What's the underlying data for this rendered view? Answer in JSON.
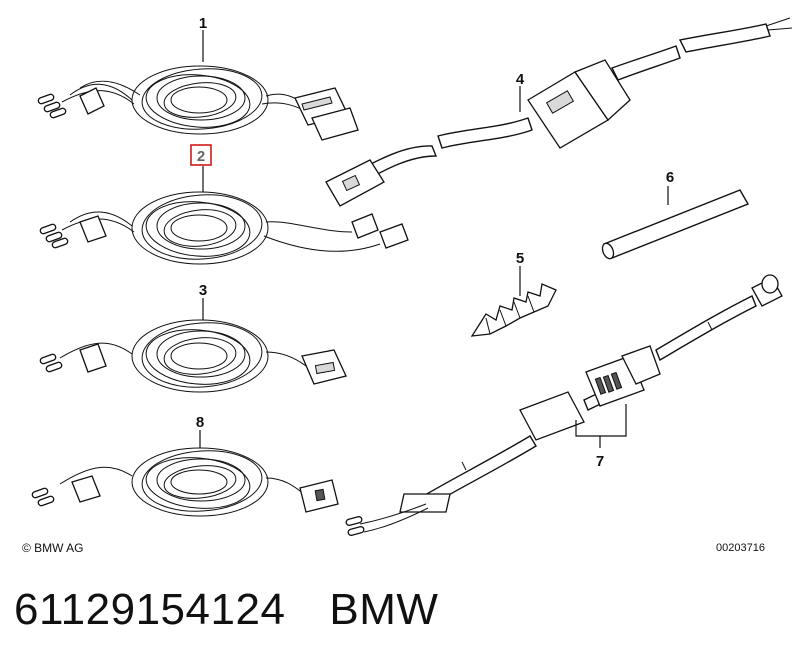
{
  "callouts": [
    "1",
    "2",
    "3",
    "8",
    "4",
    "6",
    "5",
    "7"
  ],
  "highlighted_callout": "2",
  "copyright": "© BMW AG",
  "doc_number": "00203716",
  "part_number": "61129154124",
  "brand": "BMW",
  "colors": {
    "line": "#111111",
    "highlight_box": "#d11a1a",
    "connector_fill": "#ffffff"
  }
}
